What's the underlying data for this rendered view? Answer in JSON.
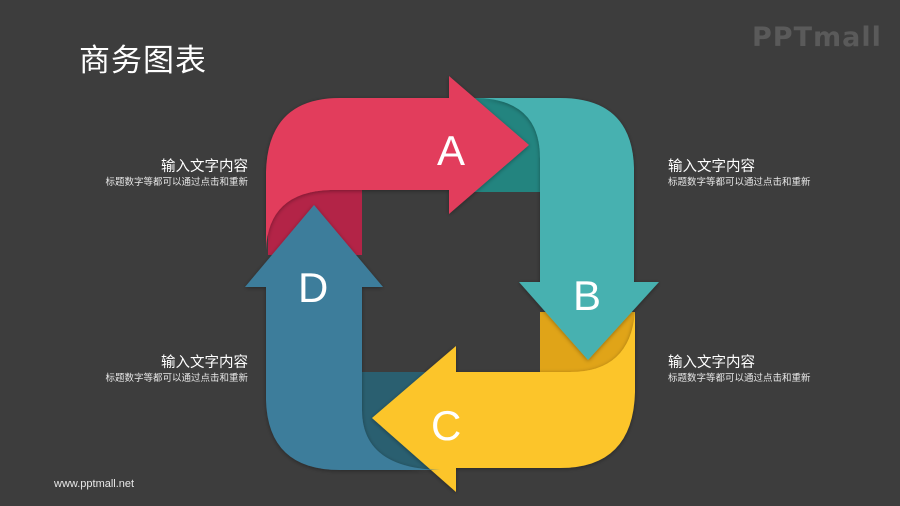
{
  "header": {
    "title": "商务图表",
    "logo": "PPTmall"
  },
  "diagram": {
    "type": "cycle",
    "steps": [
      {
        "letter": "A",
        "color": "#e23c5c",
        "shade": "#b32447",
        "direction": "right"
      },
      {
        "letter": "B",
        "color": "#47b1b0",
        "shade": "#23847f",
        "direction": "down"
      },
      {
        "letter": "C",
        "color": "#fcc52b",
        "shade": "#e0a418",
        "direction": "left"
      },
      {
        "letter": "D",
        "color": "#3e7d9b",
        "shade": "#2a5f70",
        "direction": "up"
      }
    ]
  },
  "labels": {
    "top_left": {
      "heading": "输入文字内容",
      "body": "标题数字等都可以通过点击和重新"
    },
    "bottom_left": {
      "heading": "输入文字内容",
      "body": "标题数字等都可以通过点击和重新"
    },
    "top_right": {
      "heading": "输入文字内容",
      "body": "标题数字等都可以通过点击和重新"
    },
    "bottom_right": {
      "heading": "输入文字内容",
      "body": "标题数字等都可以通过点击和重新"
    }
  },
  "footer": {
    "url": "www.pptmall.net"
  }
}
